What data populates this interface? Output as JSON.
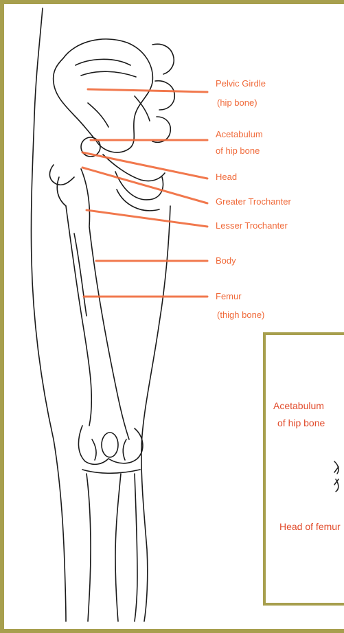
{
  "labels": {
    "pelvic_girdle": "Pelvic Girdle",
    "pelvic_girdle_sub": "(hip bone)",
    "acetabulum": "Acetabulum",
    "acetabulum_sub": "of hip bone",
    "head": "Head",
    "greater_trochanter": "Greater Trochanter",
    "lesser_trochanter": "Lesser Trochanter",
    "body": "Body",
    "femur": "Femur",
    "femur_sub": "(thigh bone)"
  },
  "inset": {
    "acetabulum_line1": "Acetabulum",
    "acetabulum_line2": "of hip bone",
    "head_of_femur": "Head of femur"
  },
  "colors": {
    "label": "#f06a3a",
    "frame": "#a79f4e",
    "ink": "#1a1a1a"
  }
}
